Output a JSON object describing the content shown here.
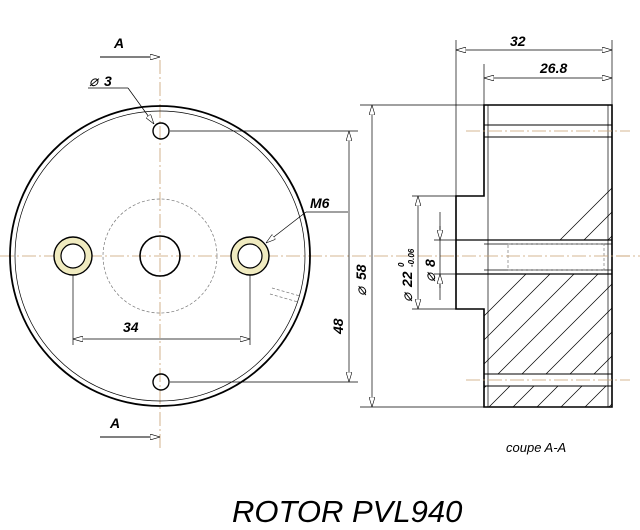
{
  "title": "ROTOR PVL940",
  "section_label": "coupe A-A",
  "section_marks": [
    "A",
    "A"
  ],
  "front_view": {
    "hole_diameter": "3",
    "thread": "M6",
    "spacing_horizontal": "34",
    "spacing_vertical": "48",
    "outer_diameter": "58"
  },
  "section_view": {
    "total_length": "32",
    "body_length": "26.8",
    "hub_diameter": "22",
    "hub_tolerance_upper": "0",
    "hub_tolerance_lower": "-0.06",
    "bore_diameter": "8"
  },
  "symbols": {
    "diameter": "⌀"
  },
  "colors": {
    "line": "#000000",
    "axis": "#c8a070",
    "thread_fill": "#f0ebc0",
    "hidden": "#777777"
  }
}
